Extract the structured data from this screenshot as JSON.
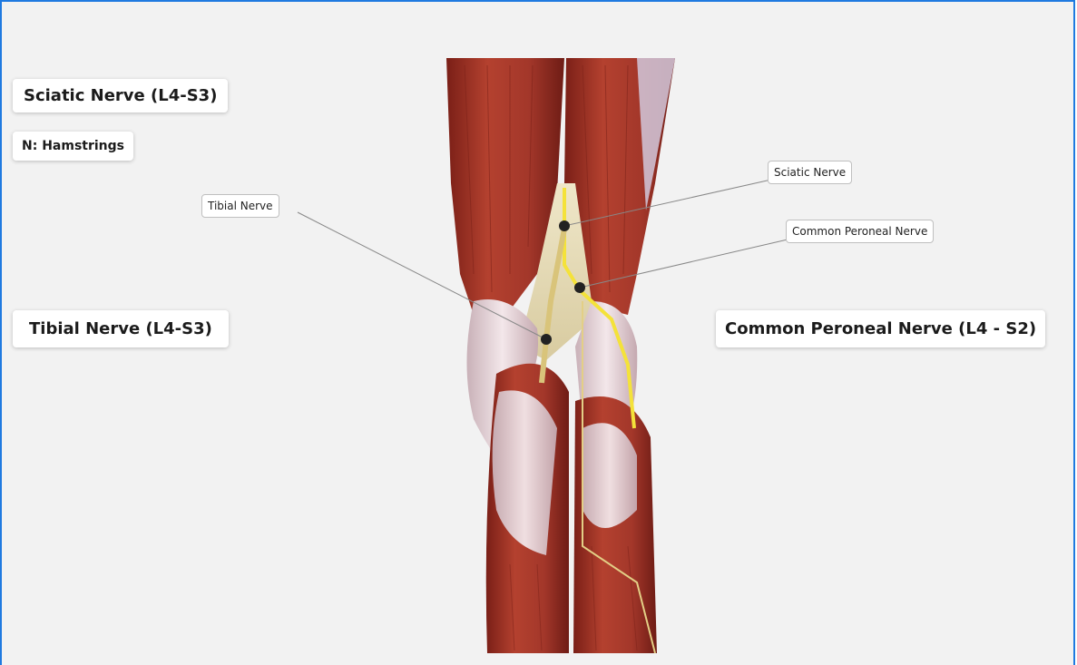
{
  "regions": {
    "sciatic": "Sciatic Nerve (L4-S3)",
    "hamstrings": "N: Hamstrings",
    "tibial": "Tibial Nerve (L4-S3)",
    "peroneal": "Common Peroneal Nerve (L4 - S2)"
  },
  "callouts": {
    "tibial": "Tibial Nerve",
    "sciatic": "Sciatic Nerve",
    "peroneal": "Common Peroneal Nerve"
  },
  "colors": {
    "frame_border": "#1f7ae0",
    "background": "#f2f2f2",
    "muscle": "#a8352b",
    "nerve": "#f4e23a"
  }
}
